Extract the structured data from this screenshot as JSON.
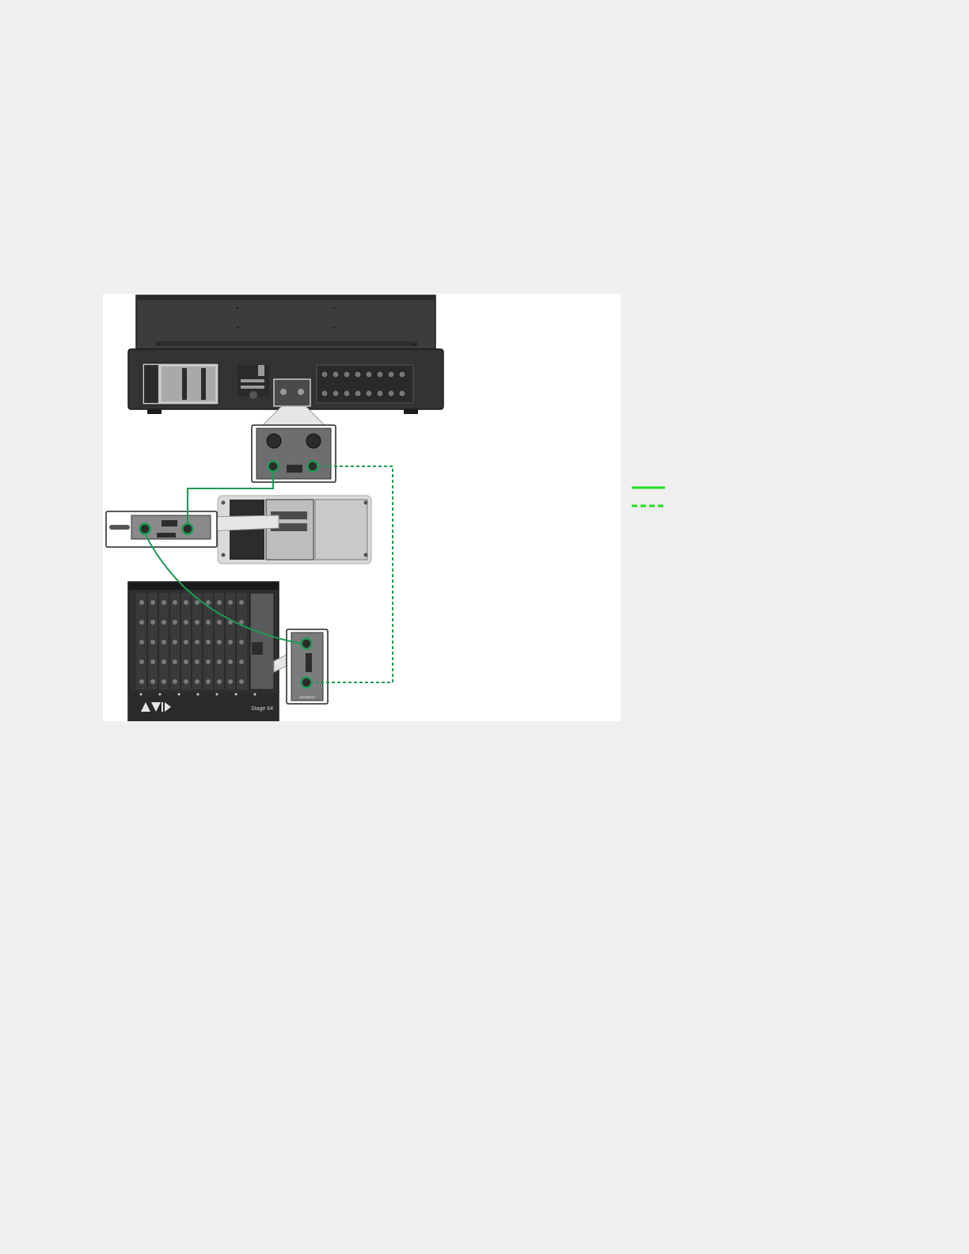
{
  "figure": {
    "stage_label": "Stage 64",
    "brand_icon": "avid-logo-icon",
    "card_label": "HDX/MADI"
  },
  "connections": [
    {
      "from": "console-network-port-a",
      "to": "engine-network-port-b",
      "style": "solid"
    },
    {
      "from": "engine-network-port-a",
      "to": "stage-network-port-a",
      "style": "solid"
    },
    {
      "from": "console-network-port-b",
      "to": "stage-network-port-b",
      "style": "dashed"
    }
  ],
  "legend": {
    "items": [
      {
        "style": "solid",
        "color": "#22dd22"
      },
      {
        "style": "dashed",
        "color": "#22dd22"
      }
    ]
  },
  "colors": {
    "page_bg": "#efefef",
    "figure_bg": "#ffffff",
    "cable": "#1f9a55",
    "legend": "#22dd22",
    "device_dark": "#3a3a3c",
    "device_light": "#d7d7d7"
  }
}
